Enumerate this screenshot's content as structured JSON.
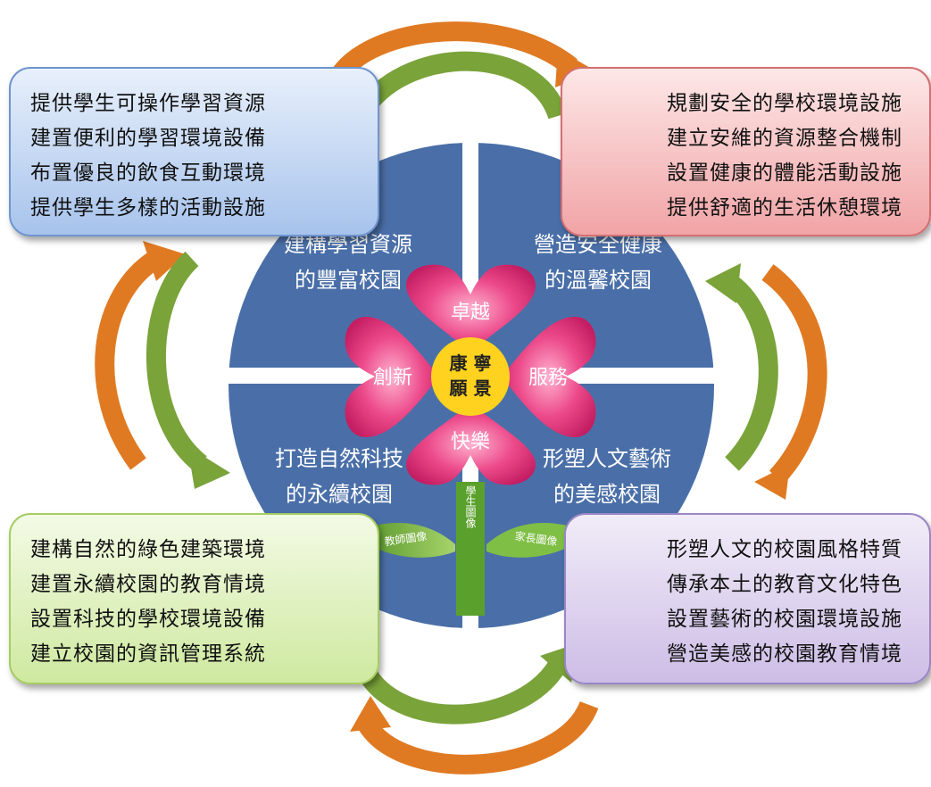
{
  "boxes": {
    "top_left": [
      "提供學生可操作學習資源",
      "建置便利的學習環境設備",
      "布置優良的飲食互動環境",
      "提供學生多樣的活動設施"
    ],
    "top_right": [
      "規劃安全的學校環境設施",
      "建立安維的資源整合機制",
      "設置健康的體能活動設施",
      "提供舒適的生活休憩環境"
    ],
    "bottom_left": [
      "建構自然的綠色建築環境",
      "建置永續校園的教育情境",
      "設置科技的學校環境設備",
      "建立校園的資訊管理系統"
    ],
    "bottom_right": [
      "形塑人文的校園風格特質",
      "傳承本土的教育文化特色",
      "設置藝術的校園環境設施",
      "營造美感的校園教育情境"
    ]
  },
  "quadrants": {
    "top_left": [
      "建構學習資源",
      "的豐富校園"
    ],
    "top_right": [
      "營造安全健康",
      "的溫馨校園"
    ],
    "bottom_left": [
      "打造自然科技",
      "的永續校園"
    ],
    "bottom_right": [
      "形塑人文藝術",
      "的美感校園"
    ]
  },
  "flower": {
    "center": [
      "康 寧",
      "願 景"
    ],
    "petals": {
      "top": "卓越",
      "left": "創新",
      "right": "服務",
      "bottom": "快樂"
    },
    "stem": "學生圖像",
    "leaves": {
      "left": "教師圖像",
      "right": "家長圖像"
    }
  },
  "colors": {
    "circle": "#4a6fa8",
    "petal": "#e8357a",
    "center": "#ffd21f",
    "stem": "#5aa02c",
    "arrow_orange": "#e07a22",
    "arrow_green": "#7aa33a"
  }
}
